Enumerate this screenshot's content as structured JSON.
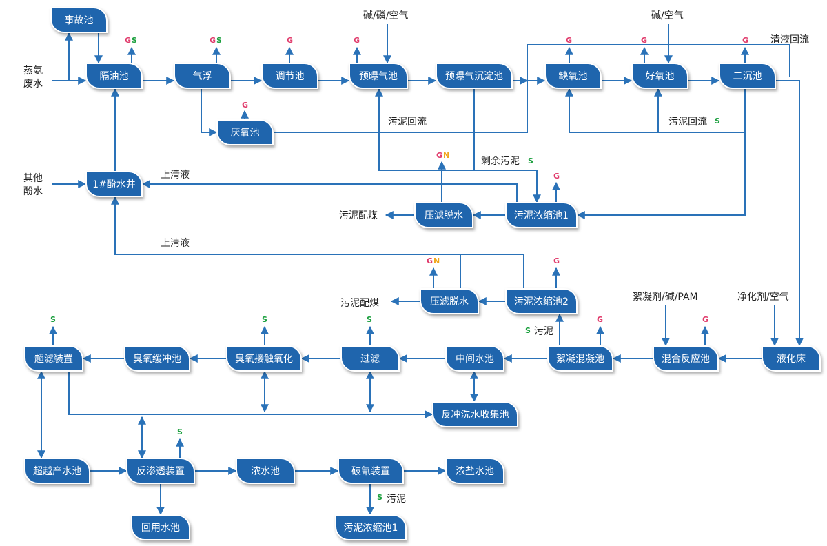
{
  "colors": {
    "node_fill": "#1f65ad",
    "line": "#2a72b8",
    "tag_g": "#e0396a",
    "tag_s": "#1a9f3d",
    "tag_n": "#f0a71e"
  },
  "nodes": {
    "accident_tank": "事故池",
    "oil_separation": "隔油池",
    "air_flotation": "气浮",
    "anaerobic": "厌氧池",
    "equalization": "调节池",
    "pre_aeration": "预曝气池",
    "pre_aeration_settling": "预曝气沉淀池",
    "anoxic": "缺氧池",
    "aerobic": "好氧池",
    "secondary_settling": "二沉池",
    "phenol_well": "1#酚水井",
    "filter_press_1": "压滤脱水",
    "sludge_thickener_1": "污泥浓缩池1",
    "filter_press_2": "压滤脱水",
    "sludge_thickener_2": "污泥浓缩池2",
    "ultrafiltration": "超滤装置",
    "ozone_buffer": "臭氧缓冲池",
    "ozone_oxidation": "臭氧接触氧化",
    "filtration": "过滤",
    "intermediate": "中间水池",
    "flocculation": "絮凝混凝池",
    "mixing_reaction": "混合反应池",
    "fluidized_bed": "液化床",
    "backwash_collection": "反冲洗水收集池",
    "uf_product": "超越产水池",
    "reverse_osmosis": "反渗透装置",
    "concentrate": "浓水池",
    "cyanide_breaking": "破氰装置",
    "brine": "浓盐水池",
    "reuse_water": "回用水池",
    "sludge_thickener_3": "污泥浓缩池1"
  },
  "labels": {
    "ammonia_wastewater": "蒸氨废水",
    "other_phenol_water": "其他酚水",
    "alkali_phosphorus_air": "碱/磷/空气",
    "alkali_air": "碱/空气",
    "clear_liquid_return": "清液回流",
    "sludge_return_1": "污泥回流",
    "sludge_return_2": "污泥回流",
    "excess_sludge": "剩余污泥",
    "supernatant_1": "上清液",
    "supernatant_2": "上清液",
    "sludge_coal_1": "污泥配煤",
    "sludge_coal_2": "污泥配煤",
    "flocculant_pam": "絮凝剂/碱/PAM",
    "purifier_air": "净化剂/空气",
    "sludge_1": "污泥",
    "sludge_2": "污泥"
  },
  "tags": {
    "G": "G",
    "S": "S",
    "N": "N"
  }
}
